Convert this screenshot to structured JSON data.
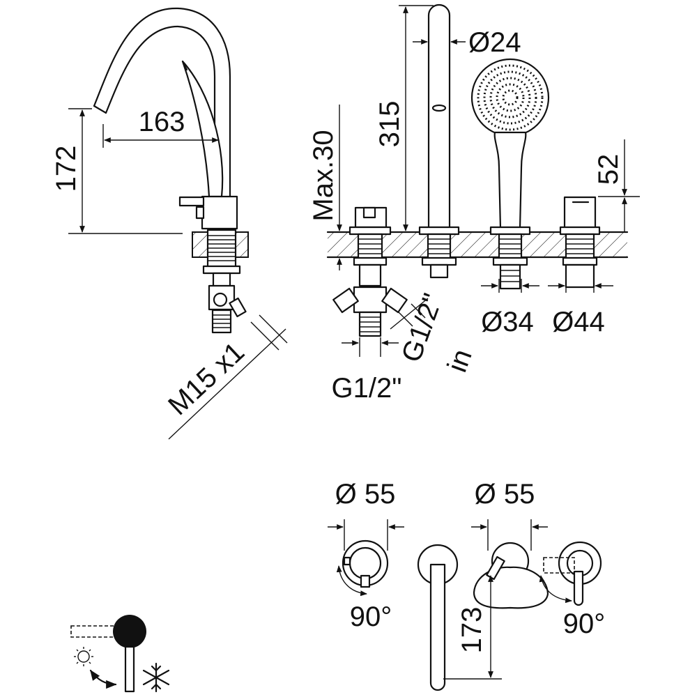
{
  "diagram": {
    "labels": {
      "spout_reach": "163",
      "spout_height": "172",
      "connection_thread": "M15 x1",
      "spout_height_total": "315",
      "spout_diameter": "Ø24",
      "deck_thickness": "Max.30",
      "inlet_left": "G1/2\"",
      "inlet_right": "G1/2\"",
      "inlet_right_suffix": "in",
      "hole_d34": "Ø34",
      "hole_d44": "Ø44",
      "handshower_height": "52",
      "handle_d1": "Ø 55",
      "handle_d2": "Ø 55",
      "rotation_1": "90°",
      "rotation_2": "90°",
      "plan_height": "173"
    },
    "icons": [
      "hot-sun-icon",
      "cold-snowflake-icon",
      "rotation-arrow-icon"
    ]
  }
}
